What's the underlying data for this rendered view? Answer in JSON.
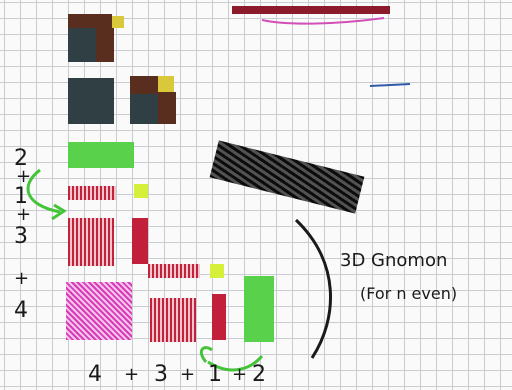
{
  "left_expression": [
    "2",
    "+",
    "1",
    "+",
    "3",
    "+",
    "4"
  ],
  "bottom_expression": [
    "4",
    "+",
    "3",
    "+",
    "1",
    "+",
    "2"
  ],
  "label": {
    "line1": "3D Gnomon",
    "line2": "(For n even)"
  },
  "colors": {
    "grid": "#c9cdd2",
    "dark": "#2f3f44",
    "brown": "#5a2e1f",
    "yellow": "#d9c93a",
    "green": "#59d14a",
    "red": "#c21f3a",
    "pink": "#d73cb6",
    "ink": "#1a1a1a"
  }
}
